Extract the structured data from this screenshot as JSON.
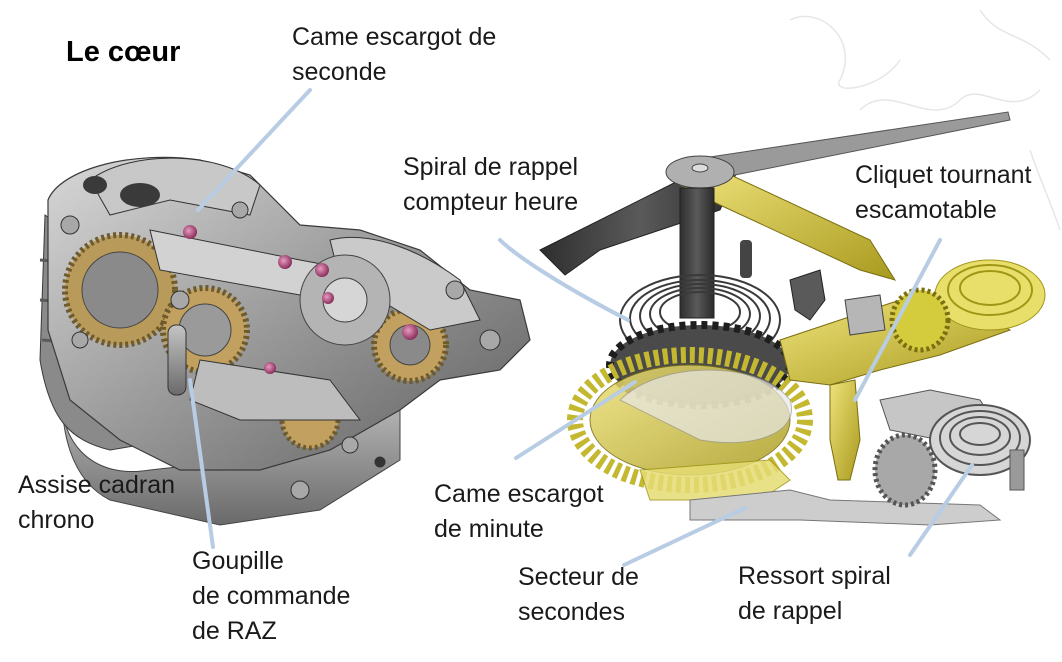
{
  "title": "Le cœur",
  "labels": {
    "came_escargot_seconde": [
      "Came escargot de",
      "seconde"
    ],
    "spiral_rappel_compteur": [
      "Spiral de rappel",
      "compteur heure"
    ],
    "cliquet_tournant": [
      "Cliquet tournant",
      "escamotable"
    ],
    "assise_cadran": [
      "Assise cadran",
      "chrono"
    ],
    "goupille_commande": [
      "Goupille",
      "de commande",
      "de RAZ"
    ],
    "came_escargot_minute": [
      "Came escargot",
      "de minute"
    ],
    "secteur_secondes": [
      "Secteur de",
      "secondes"
    ],
    "ressort_spiral": [
      "Ressort spiral",
      "de rappel"
    ]
  },
  "colors": {
    "leader_line": "#b8cce4",
    "steel": "#9a9a9a",
    "steel_dark": "#555555",
    "brass": "#b89a5a",
    "ruby": "#b0487a",
    "yellow_part": "#d4cc3c",
    "dark_steel": "#3c3c3c"
  }
}
